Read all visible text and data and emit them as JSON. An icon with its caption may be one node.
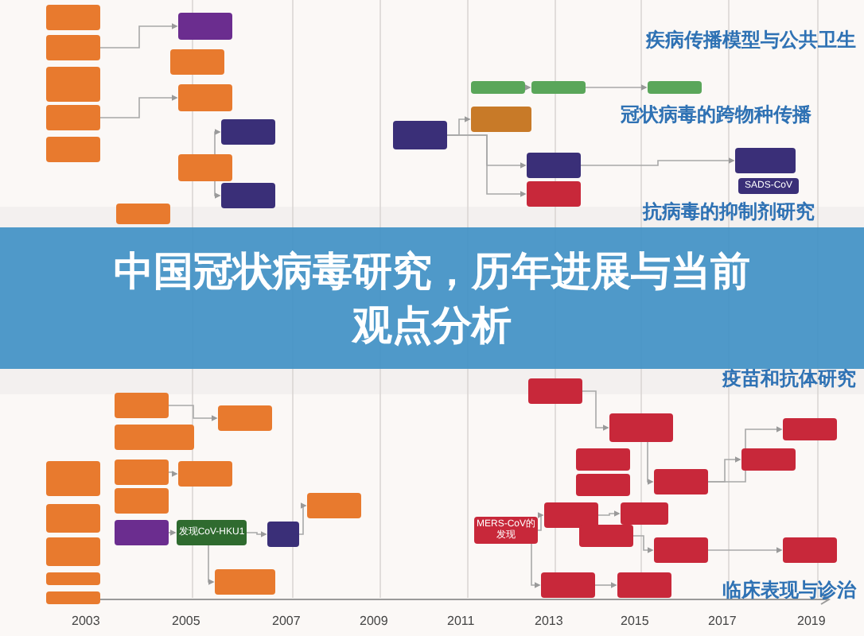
{
  "diagram": {
    "title": "中国冠状病毒研究，历年进展与当前观点分析",
    "nodes": [
      {
        "text": [],
        "shape": "box"
      },
      {
        "text": [],
        "shape": "box"
      },
      {
        "text": [],
        "shape": "box"
      },
      {
        "text": [],
        "shape": "box"
      },
      {
        "text": [],
        "shape": "box"
      },
      {
        "text": [],
        "shape": "box"
      },
      {
        "text": [],
        "shape": "box"
      },
      {
        "text": [],
        "shape": "box"
      },
      {
        "text": [],
        "shape": "box"
      },
      {
        "text": [],
        "shape": "box"
      },
      {
        "text": [],
        "shape": "box"
      },
      {
        "text": [],
        "shape": "box"
      },
      {
        "text": [],
        "shape": "box"
      },
      {
        "text": [],
        "shape": "box"
      },
      {
        "text": [],
        "shape": "box"
      },
      {
        "text": [],
        "shape": "box"
      },
      {
        "text": [],
        "shape": "box"
      },
      {
        "text": [],
        "shape": "box"
      },
      {
        "text": [],
        "shape": "box"
      },
      {
        "text": [],
        "shape": "box"
      },
      {
        "text": [],
        "shape": "box"
      },
      {
        "text": [],
        "shape": "box"
      },
      {
        "text": [
          "发现CoV-HKU1"
        ]
      },
      {
        "text": [],
        "shape": "box"
      },
      {
        "text": [],
        "shape": "box"
      },
      {
        "text": [],
        "shape": "box"
      },
      {
        "text": [],
        "shape": "box"
      },
      {
        "text": [],
        "shape": "box"
      },
      {
        "text": [],
        "shape": "box"
      },
      {
        "text": [],
        "shape": "box"
      },
      {
        "text": [],
        "shape": "box"
      },
      {
        "text": [],
        "shape": "box"
      },
      {
        "text": [],
        "shape": "box"
      },
      {
        "text": [],
        "shape": "box"
      },
      {
        "text": [],
        "shape": "box"
      },
      {
        "text": [],
        "shape": "box"
      },
      {
        "text": [
          "SADS-CoV"
        ]
      },
      {
        "text": [],
        "shape": "box"
      },
      {
        "text": [],
        "shape": "box"
      },
      {
        "text": [
          "MERS-CoV的发现"
        ]
      },
      {
        "text": [],
        "shape": "box"
      },
      {
        "text": [],
        "shape": "box"
      },
      {
        "text": [],
        "shape": "box"
      },
      {
        "text": [],
        "shape": "box"
      },
      {
        "text": [],
        "shape": "box"
      },
      {
        "text": [],
        "shape": "box"
      },
      {
        "text": [],
        "shape": "box"
      },
      {
        "text": [],
        "shape": "box"
      },
      {
        "text": [],
        "shape": "box"
      },
      {
        "text": [],
        "shape": "box"
      },
      {
        "text": [],
        "shape": "box"
      },
      {
        "text": [],
        "shape": "box"
      }
    ],
    "edges": [
      {
        "from": 1,
        "to": 10,
        "arrow": "to"
      },
      {
        "from": 3,
        "to": 12,
        "arrow": "to"
      },
      {
        "from": 14,
        "to": 13,
        "arrow": "to"
      },
      {
        "from": 14,
        "to": 15,
        "arrow": "to"
      },
      {
        "from": 28,
        "to": 29,
        "arrow": "to"
      },
      {
        "from": 28,
        "to": 33,
        "arrow": "to"
      },
      {
        "from": 28,
        "to": 34,
        "arrow": "to"
      },
      {
        "from": 30,
        "to": 31,
        "arrow": "to"
      },
      {
        "from": 31,
        "to": 32,
        "arrow": "to"
      },
      {
        "from": 33,
        "to": 35,
        "arrow": "to"
      },
      {
        "from": 21,
        "to": 22,
        "arrow": "to"
      },
      {
        "from": 22,
        "to": 26,
        "arrow": "to"
      },
      {
        "from": 26,
        "to": 27,
        "arrow": "to"
      },
      {
        "from": 22,
        "to": 23,
        "arrow": "to"
      },
      {
        "from": 17,
        "to": 24,
        "arrow": "to"
      },
      {
        "from": 19,
        "to": 25,
        "arrow": "to"
      },
      {
        "from": 39,
        "to": 38,
        "arrow": "to"
      },
      {
        "from": 39,
        "to": 40,
        "arrow": "to"
      },
      {
        "from": 37,
        "to": 41,
        "arrow": "to"
      },
      {
        "from": 41,
        "to": 44,
        "arrow": "to"
      },
      {
        "from": 44,
        "to": 50,
        "arrow": "to"
      },
      {
        "from": 44,
        "to": 49,
        "arrow": "to"
      },
      {
        "from": 46,
        "to": 47,
        "arrow": "to"
      },
      {
        "from": 47,
        "to": 51,
        "arrow": "to"
      },
      {
        "from": 40,
        "to": 48,
        "arrow": "to"
      },
      {
        "from": 38,
        "to": 45,
        "arrow": "to"
      }
    ],
    "labels": [
      "疾病传播模型与公共卫生",
      "冠状病毒的跨物种传播",
      "抗病毒的抑制剂研究",
      "疫苗和抗体研究",
      "临床表现与诊治",
      "2003",
      "2005",
      "2007",
      "2009",
      "2011",
      "2013",
      "2015",
      "2017",
      "2019"
    ]
  }
}
